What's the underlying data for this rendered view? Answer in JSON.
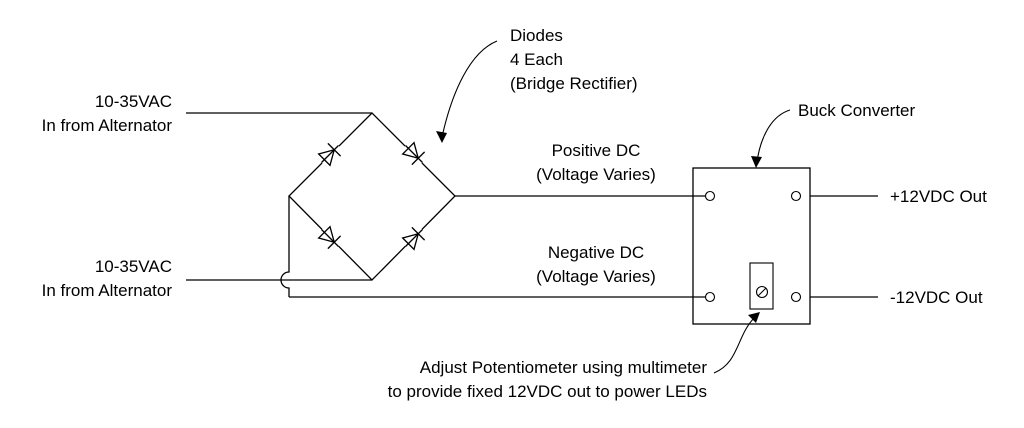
{
  "labels": {
    "diodes_line1": "Diodes",
    "diodes_line2": "4 Each",
    "diodes_line3": "(Bridge Rectifier)",
    "ac_top_line1": "10-35VAC",
    "ac_top_line2": "In from Alternator",
    "ac_bottom_line1": "10-35VAC",
    "ac_bottom_line2": "In from Alternator",
    "positive_line1": "Positive DC",
    "positive_line2": "(Voltage Varies)",
    "negative_line1": "Negative DC",
    "negative_line2": "(Voltage Varies)",
    "buck_converter": "Buck Converter",
    "out_positive": "+12VDC Out",
    "out_negative": "-12VDC Out",
    "adjust_line1": "Adjust Potentiometer using multimeter",
    "adjust_line2": "to provide fixed 12VDC out to power LEDs"
  },
  "colors": {
    "line": "#000000",
    "background": "#ffffff"
  }
}
